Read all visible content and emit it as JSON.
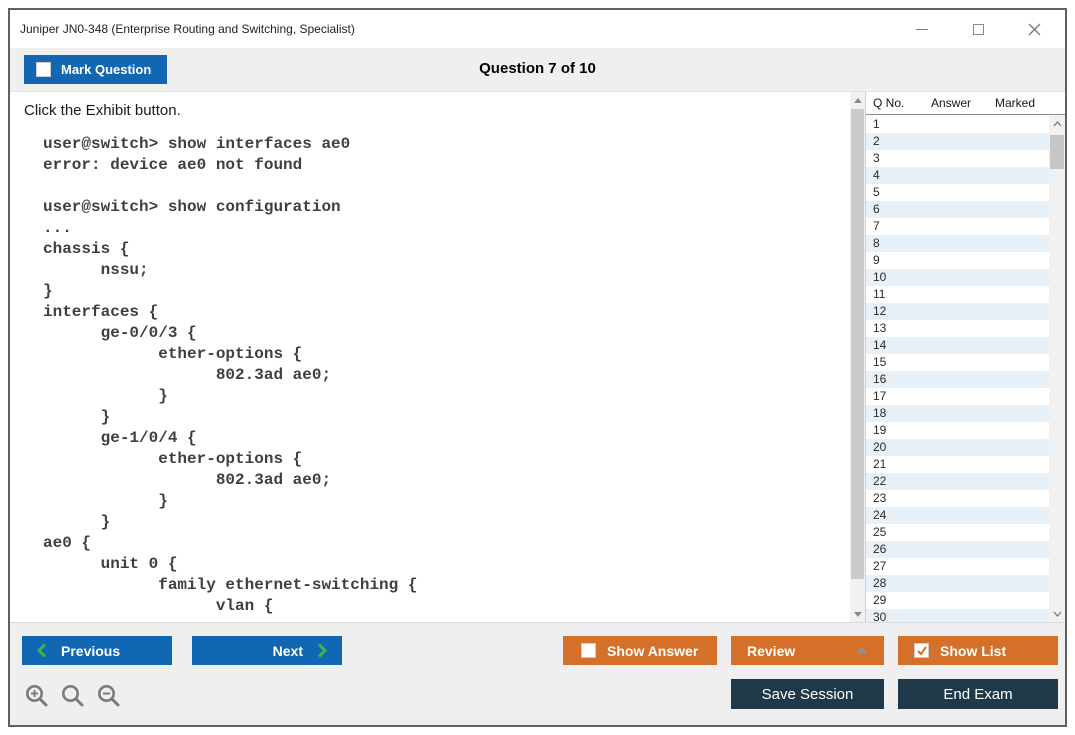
{
  "window": {
    "title": "Juniper JN0-348 (Enterprise Routing and Switching, Specialist)"
  },
  "header": {
    "mark_question": {
      "label": "Mark Question",
      "checked": false
    },
    "question_counter": "Question 7 of 10"
  },
  "content": {
    "prompt": "Click the Exhibit button.",
    "exhibit_code": "user@switch> show interfaces ae0\nerror: device ae0 not found\n\nuser@switch> show configuration\n...\nchassis {\n      nssu;\n}\ninterfaces {\n      ge-0/0/3 {\n            ether-options {\n                  802.3ad ae0;\n            }\n      }\n      ge-1/0/4 {\n            ether-options {\n                  802.3ad ae0;\n            }\n      }\nae0 {\n      unit 0 {\n            family ethernet-switching {\n                  vlan {"
  },
  "question_list": {
    "headers": [
      "Q No.",
      "Answer",
      "Marked"
    ],
    "rows": [
      {
        "q": "1",
        "answer": "",
        "marked": ""
      },
      {
        "q": "2",
        "answer": "",
        "marked": ""
      },
      {
        "q": "3",
        "answer": "",
        "marked": ""
      },
      {
        "q": "4",
        "answer": "",
        "marked": ""
      },
      {
        "q": "5",
        "answer": "",
        "marked": ""
      },
      {
        "q": "6",
        "answer": "",
        "marked": ""
      },
      {
        "q": "7",
        "answer": "",
        "marked": ""
      },
      {
        "q": "8",
        "answer": "",
        "marked": ""
      },
      {
        "q": "9",
        "answer": "",
        "marked": ""
      },
      {
        "q": "10",
        "answer": "",
        "marked": ""
      },
      {
        "q": "11",
        "answer": "",
        "marked": ""
      },
      {
        "q": "12",
        "answer": "",
        "marked": ""
      },
      {
        "q": "13",
        "answer": "",
        "marked": ""
      },
      {
        "q": "14",
        "answer": "",
        "marked": ""
      },
      {
        "q": "15",
        "answer": "",
        "marked": ""
      },
      {
        "q": "16",
        "answer": "",
        "marked": ""
      },
      {
        "q": "17",
        "answer": "",
        "marked": ""
      },
      {
        "q": "18",
        "answer": "",
        "marked": ""
      },
      {
        "q": "19",
        "answer": "",
        "marked": ""
      },
      {
        "q": "20",
        "answer": "",
        "marked": ""
      },
      {
        "q": "21",
        "answer": "",
        "marked": ""
      },
      {
        "q": "22",
        "answer": "",
        "marked": ""
      },
      {
        "q": "23",
        "answer": "",
        "marked": ""
      },
      {
        "q": "24",
        "answer": "",
        "marked": ""
      },
      {
        "q": "25",
        "answer": "",
        "marked": ""
      },
      {
        "q": "26",
        "answer": "",
        "marked": ""
      },
      {
        "q": "27",
        "answer": "",
        "marked": ""
      },
      {
        "q": "28",
        "answer": "",
        "marked": ""
      },
      {
        "q": "29",
        "answer": "",
        "marked": ""
      },
      {
        "q": "30",
        "answer": "",
        "marked": ""
      }
    ]
  },
  "footer": {
    "previous": {
      "label": "Previous"
    },
    "next": {
      "label": "Next"
    },
    "show_answer": {
      "label": "Show Answer",
      "checked": false
    },
    "review": {
      "label": "Review"
    },
    "show_list": {
      "label": "Show List",
      "checked": true
    },
    "save_session": {
      "label": "Save Session"
    },
    "end_exam": {
      "label": "End Exam"
    }
  },
  "colors": {
    "accent_blue": "#1167b1",
    "accent_orange": "#d4702a",
    "dark_navy": "#20394a",
    "chevron_green": "#3ab54a",
    "row_alt": "#e9f1f8"
  }
}
